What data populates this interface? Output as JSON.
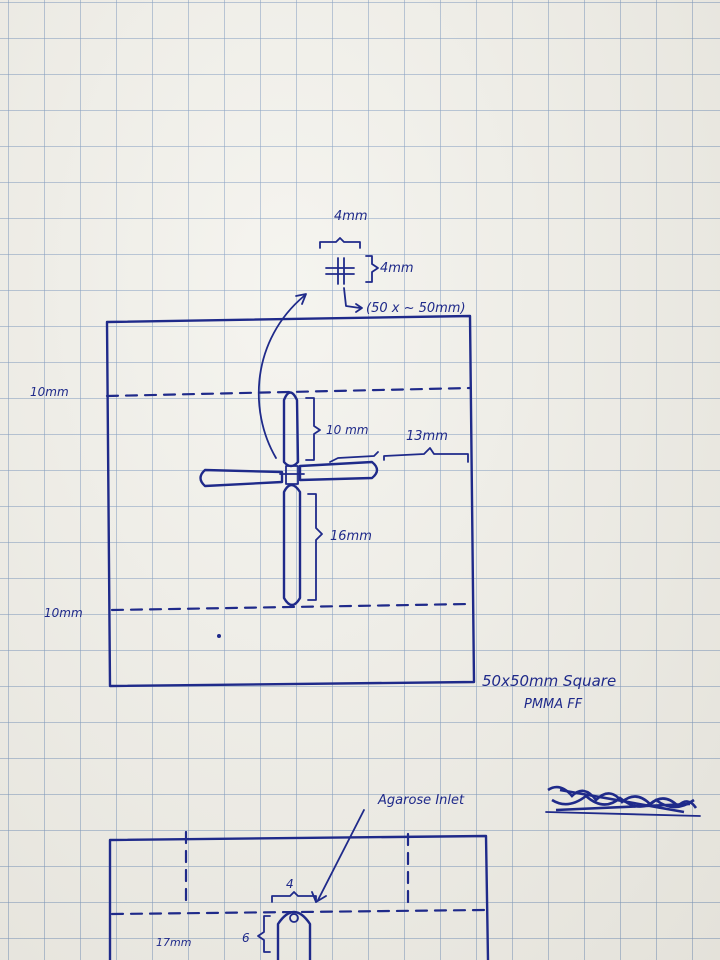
{
  "top_view": {
    "inlet_width": "4mm",
    "inlet_height": "4mm",
    "inlet_note": "(50 x ~ 50mm)",
    "margin_top": "10mm",
    "margin_bottom": "10mm",
    "arm_top_length": "10 mm",
    "arm_right_gap": "13mm",
    "arm_bottom_length": "16mm",
    "square_label_line1": "50x50mm Square",
    "square_label_line2": "PMMA FF"
  },
  "side_view": {
    "inlet_label": "Agarose Inlet",
    "inlet_width": "4",
    "depth_label": "6",
    "height_label": "17mm"
  },
  "colors": {
    "ink": "#1f2a8a",
    "grid": "#7896be",
    "paper": "#f3f2ec"
  }
}
